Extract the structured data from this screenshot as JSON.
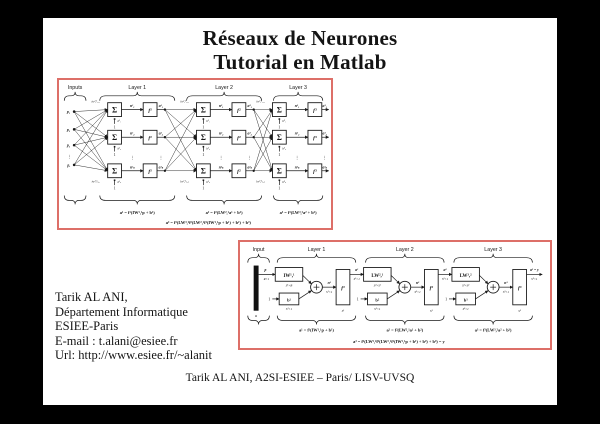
{
  "page": {
    "title_line1": "Réseaux de Neurones",
    "title_line2": "Tutorial en Matlab",
    "footer": "Tarik AL ANI, A2SI-ESIEE – Paris/ LISV-UVSQ"
  },
  "author": {
    "lines": [
      "Tarik AL ANI,",
      "Département Informatique",
      "ESIEE-Paris",
      "E-mail : t.alani@esiee.fr",
      "Url: http://www.esiee.fr/~alanit"
    ]
  },
  "colors": {
    "frame": "#dd6f68",
    "page_bg": "#ffffff",
    "canvas_bg": "#000000",
    "ink": "#1a1a1a"
  },
  "diagram1": {
    "header": {
      "inputs": "Inputs",
      "layers": [
        "Layer 1",
        "Layer 2",
        "Layer 3"
      ]
    },
    "inputs": [
      "p₁",
      "p₂",
      "p₃",
      "pᵣ"
    ],
    "vdots": "⋮",
    "sigma": "Σ",
    "one": "1",
    "layers": [
      {
        "f": "f¹",
        "n": [
          "n¹₁",
          "n¹₂",
          "n¹ₛ"
        ],
        "a": [
          "a¹₁",
          "a¹₂",
          "a¹ₛ"
        ],
        "b": [
          "b¹₁",
          "b¹₂",
          "b¹ₛ"
        ],
        "w_top": "iw¹,¹₁,₁",
        "w_bot": "iw¹,¹ₛ,ᵣ"
      },
      {
        "f": "f²",
        "n": [
          "n²₁",
          "n²₂",
          "n²ₛ"
        ],
        "a": [
          "a²₁",
          "a²₂",
          "a²ₛ"
        ],
        "b": [
          "b²₁",
          "b²₂",
          "b²ₛ"
        ],
        "w_top": "lw²,¹₁,₁",
        "w_bot": "lw²,¹ₛ,ₛ"
      },
      {
        "f": "f³",
        "n": [
          "n³₁",
          "n³₂",
          "n³ₛ"
        ],
        "a": [
          "a³₁",
          "a³₂",
          "a³ₛ"
        ],
        "b": [
          "b³₁",
          "b³₂",
          "b³ₛ"
        ],
        "w_top": "lw³,²₁,₁",
        "w_bot": "lw³,²ₛ,ₛ"
      }
    ],
    "formulas": [
      "a¹ = f¹(IW¹,¹p + b¹)",
      "a² = f²(LW²,¹a¹ + b²)",
      "a³ = f³(LW³,²a² + b³)"
    ],
    "formula_combined": "a³ = f³(LW³,²f²(LW²,¹f¹(IW¹,¹p + b¹) + b²) + b³)"
  },
  "diagram2": {
    "header": {
      "input": "Input",
      "layers": [
        "Layer 1",
        "Layer 2",
        "Layer 3"
      ]
    },
    "input": {
      "p": "p",
      "p_dim": "R×1",
      "r": "R"
    },
    "one": "1",
    "layers": [
      {
        "w": "IW¹,¹",
        "w_dim": "S¹×R",
        "b": "b¹",
        "b_dim": "S¹×1",
        "n": "n¹",
        "n_dim": "S¹×1",
        "f": "f¹",
        "s": "S¹",
        "a": "a¹",
        "a_dim": "S¹×1"
      },
      {
        "w": "LW²,¹",
        "w_dim": "S²×S¹",
        "b": "b²",
        "b_dim": "S²×1",
        "n": "n²",
        "n_dim": "S²×1",
        "f": "f²",
        "s": "S²",
        "a": "a²",
        "a_dim": "S²×1"
      },
      {
        "w": "LW³,²",
        "w_dim": "S³×S²",
        "b": "b³",
        "b_dim": "S³×1",
        "n": "n³",
        "n_dim": "S³×1",
        "f": "f³",
        "s": "S³",
        "a": "a³ = y",
        "a_dim": "S³×1"
      }
    ],
    "formulas": [
      "a¹ = f¹(IW¹,¹p + b¹)",
      "a² = f²(LW²,¹a¹ + b²)",
      "a³ = f³(LW³,²a² + b³)"
    ],
    "formula_combined": "a³ = f³(LW³,²f²(LW²,¹f¹(IW¹,¹p + b¹) + b²) + b³) = y"
  }
}
